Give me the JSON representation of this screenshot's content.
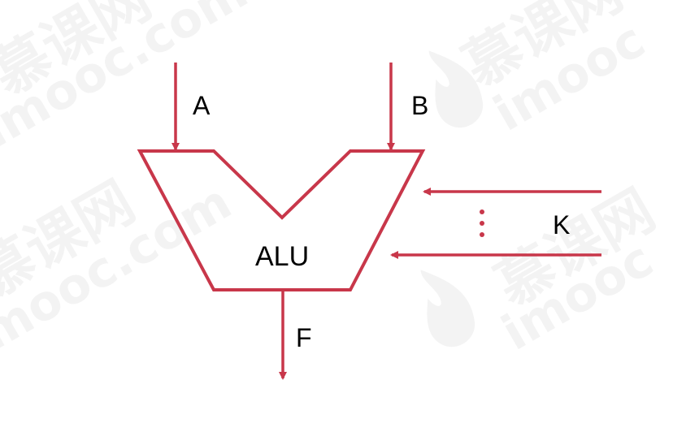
{
  "diagram": {
    "labels": {
      "input_a": "A",
      "input_b": "B",
      "control_k": "K",
      "output_f": "F",
      "block": "ALU",
      "ellipsis": "⋮"
    },
    "colors": {
      "stroke": "#c8374a",
      "text": "#000000",
      "background": "#ffffff",
      "watermark": "#e9e9e9"
    }
  },
  "watermark": {
    "brand_cn": "慕课网",
    "brand_en": "imooc.com",
    "brand_short": "imooc"
  }
}
